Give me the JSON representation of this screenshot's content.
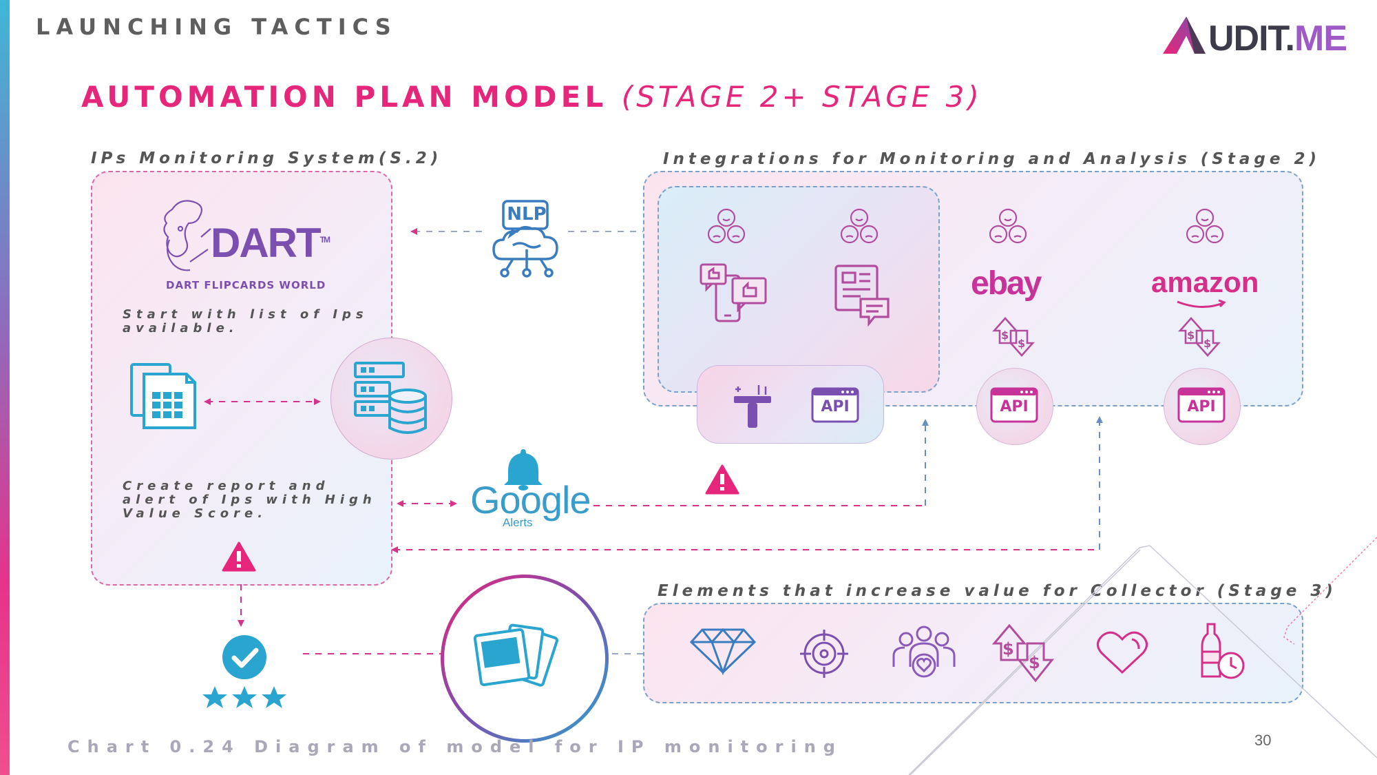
{
  "header": {
    "section_title": "LAUNCHING TACTICS",
    "logo_text": "UDIT.",
    "logo_text_accent": "ME"
  },
  "title": {
    "main": "AUTOMATION PLAN MODEL",
    "sub": "(STAGE 2+ STAGE 3)"
  },
  "ips_system": {
    "label": "IPs Monitoring System(S.2)",
    "dart_name": "DART",
    "dart_tm": "TM",
    "dart_sub": "DART FLIPCARDS WORLD",
    "text_start": "Start with list of Ips available.",
    "text_report": "Create report and alert of Ips with High Value Score."
  },
  "integrations": {
    "label": "Integrations for Monitoring and Analysis (Stage 2)",
    "ebay": "ebay",
    "amazon": "amazon",
    "api": "API"
  },
  "nlp": {
    "label": "NLP"
  },
  "google_alerts": {
    "name": "Google",
    "sub": "Alerts"
  },
  "collector": {
    "label": "Elements that increase value for Collector (Stage 3)"
  },
  "footer": {
    "caption": "Chart 0.24 Diagram of model for IP monitoring",
    "page_number": "30"
  },
  "colors": {
    "pink": "#e6267a",
    "magenta": "#c8339a",
    "blue": "#3a9cc8",
    "purple": "#7b4fb0",
    "grey_text": "#555555"
  }
}
